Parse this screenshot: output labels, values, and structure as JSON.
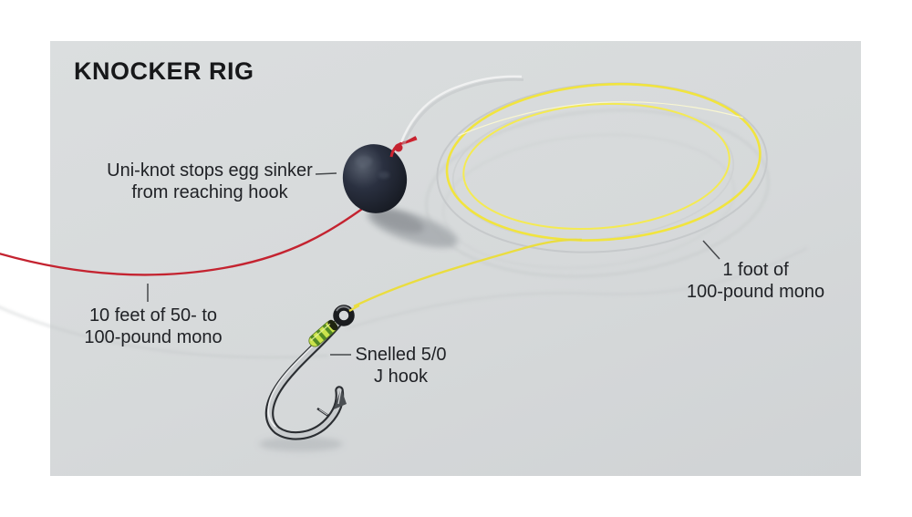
{
  "title": "KNOCKER RIG",
  "labels": {
    "uni_knot": {
      "line1": "Uni-knot stops egg sinker",
      "line2": "from reaching hook"
    },
    "main_line": {
      "line1": "10 feet of 50- to",
      "line2": "100-pound mono"
    },
    "leader": {
      "line1": "1 foot of",
      "line2": "100-pound mono"
    },
    "hook": {
      "line1": "Snelled 5/0",
      "line2": "J hook"
    }
  },
  "components": [
    "egg-sinker",
    "uni-knot-stopper",
    "red-main-line",
    "coiled-yellow-leader",
    "snelled-j-hook",
    "snell-wrap",
    "hook-eye"
  ],
  "colors": {
    "background": "#ffffff",
    "panel": "#d6d9da",
    "text": "#202226",
    "title_text": "#17181a",
    "red_line": "#c42330",
    "yellow_line": "#f1e43e",
    "gray_line": "#c6c9cb",
    "white_line": "#f0f1f1",
    "sinker": "#1c212c",
    "hook_metal": "#c9ccce",
    "snell_wrap": "#cbe34c",
    "pointer_line": "#45484b"
  }
}
